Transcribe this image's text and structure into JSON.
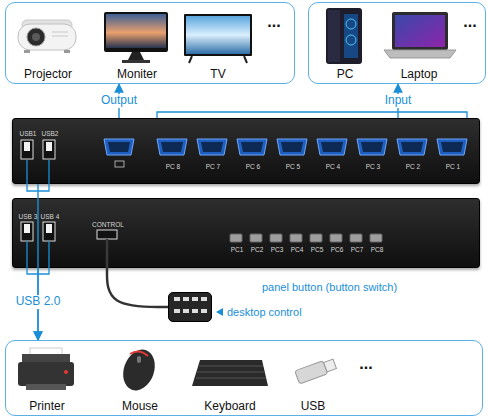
{
  "diagram": {
    "nodes": [
      {
        "text": [
          "..."
        ]
      },
      {
        "text": [
          "Projector"
        ],
        "in": 0
      },
      {
        "text": [
          "Moniter"
        ],
        "in": 0
      },
      {
        "text": [
          "TV"
        ],
        "in": 0
      },
      {
        "text": [
          "..."
        ]
      },
      {
        "text": [
          "PC"
        ],
        "in": 4
      },
      {
        "text": [
          "Laptop"
        ],
        "in": 4
      },
      {
        "text": [
          "USB1",
          "USB2",
          "PC 8",
          "PC 7",
          "PC 6",
          "PC 5",
          "PC 4",
          "PC 3",
          "PC 2",
          "PC 1"
        ]
      },
      {
        "text": [
          "USB 3",
          "USB 4",
          "CONTROL",
          "PC1",
          "PC2",
          "PC3",
          "PC4",
          "PC5",
          "PC6",
          "PC7",
          "PC8"
        ]
      },
      {
        "text": [
          "desktop control"
        ]
      },
      {
        "text": [
          "..."
        ]
      },
      {
        "text": [
          "Printer"
        ],
        "in": 10
      },
      {
        "text": [
          "Mouse"
        ],
        "in": 10
      },
      {
        "text": [
          "Keyboard"
        ],
        "in": 10
      },
      {
        "text": [
          "USB"
        ],
        "in": 10
      }
    ],
    "edges": [
      {
        "from": 7,
        "to": 0,
        "arrow": "to",
        "label": "Output"
      },
      {
        "from": 7,
        "to": 4,
        "arrow": "to",
        "label": "Input"
      },
      {
        "from": 7,
        "to": 10,
        "arrow": "to"
      },
      {
        "from": 8,
        "to": 10,
        "arrow": "to",
        "label": "USB 2.0"
      },
      {
        "from": 9,
        "to": 8,
        "arrow": "none"
      }
    ],
    "labels": [
      "panel button (button switch)"
    ]
  }
}
